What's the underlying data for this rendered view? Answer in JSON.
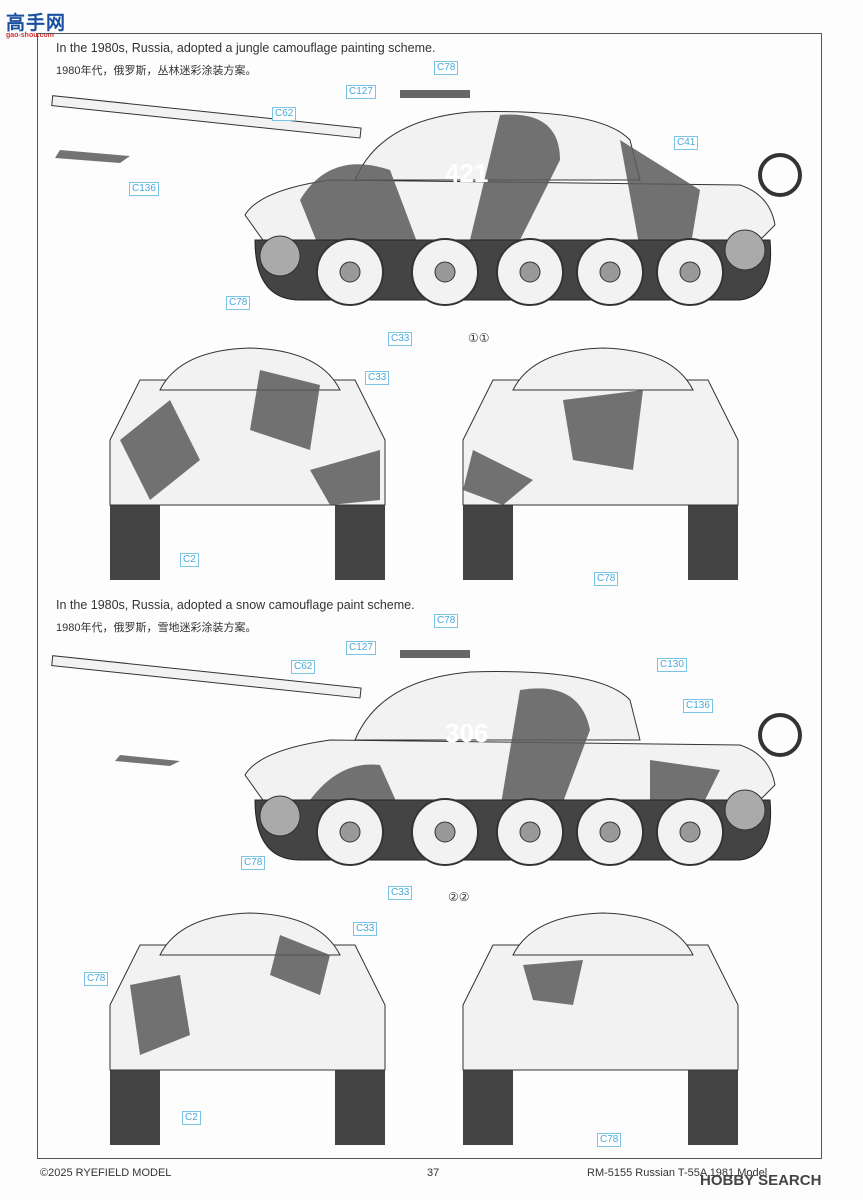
{
  "logo": {
    "text": "高手网",
    "url_text": "gao-shou.com"
  },
  "schemes": [
    {
      "title_en": "In the 1980s, Russia, adopted a jungle camouflage painting scheme.",
      "title_cn": "1980年代，俄罗斯，丛林迷彩涂装方案。",
      "turret_number": "421",
      "marker": "①①",
      "callouts": [
        "C78",
        "C127",
        "C62",
        "C41",
        "C136",
        "C78",
        "C33",
        "C33",
        "C2",
        "C78"
      ]
    },
    {
      "title_en": "In the 1980s, Russia, adopted a snow camouflage paint scheme.",
      "title_cn": "1980年代，俄罗斯，雪地迷彩涂装方案。",
      "turret_number": "306",
      "marker": "②②",
      "callouts": [
        "C78",
        "C127",
        "C62",
        "C130",
        "C136",
        "C78",
        "C33",
        "C33",
        "C78",
        "C2",
        "C78"
      ]
    }
  ],
  "colors": {
    "camo_dark": "#5b5b5b",
    "camo_mid": "#8a8a8a",
    "camo_light": "#f2f2f2",
    "callout": "#4aa8d8"
  },
  "footer": {
    "copyright": "©2025 RYEFIELD MODEL",
    "page": "37",
    "product": "RM-5155 Russian T-55A 1981 Model"
  },
  "watermark": "HOBBY SEARCH"
}
